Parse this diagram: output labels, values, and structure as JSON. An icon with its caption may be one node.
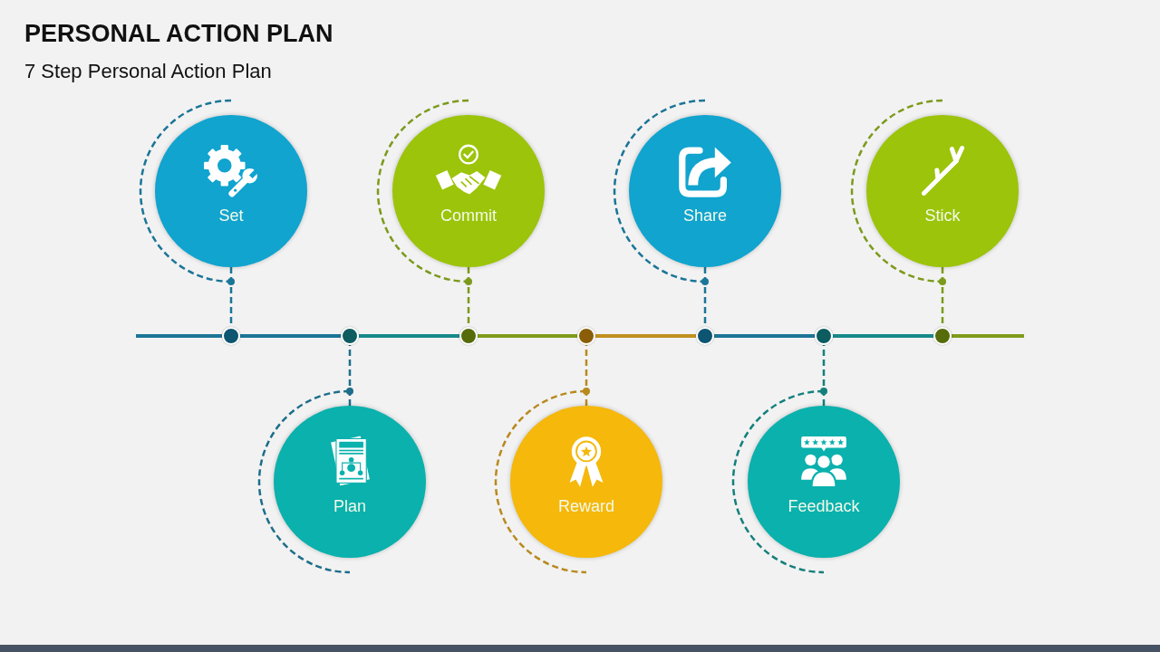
{
  "diagram": {
    "title": "PERSONAL ACTION PLAN",
    "nodes": [
      {
        "text": [
          "Set"
        ]
      },
      {
        "text": [
          "Plan"
        ]
      },
      {
        "text": [
          "Commit"
        ]
      },
      {
        "text": [
          "Reward"
        ]
      },
      {
        "text": [
          "Share"
        ]
      },
      {
        "text": [
          "Feedback"
        ]
      },
      {
        "text": [
          "Stick"
        ]
      },
      {
        "text": [],
        "shape": "circle"
      },
      {
        "text": [],
        "shape": "circle"
      },
      {
        "text": [],
        "shape": "circle"
      },
      {
        "text": [],
        "shape": "circle"
      },
      {
        "text": [],
        "shape": "circle"
      },
      {
        "text": [],
        "shape": "circle"
      },
      {
        "text": [],
        "shape": "circle"
      }
    ],
    "edges": [
      {
        "from": 0,
        "to": 7,
        "arrow": "none",
        "style": "dashed",
        "color": "#1b7597"
      },
      {
        "from": 1,
        "to": 8,
        "arrow": "none",
        "style": "dashed",
        "color": "#1d6e8a"
      },
      {
        "from": 2,
        "to": 9,
        "arrow": "none",
        "style": "dashed",
        "color": "#7c9a1c"
      },
      {
        "from": 3,
        "to": 10,
        "arrow": "none",
        "style": "dashed",
        "color": "#b88a1e"
      },
      {
        "from": 4,
        "to": 11,
        "arrow": "none",
        "style": "dashed",
        "color": "#1b7597"
      },
      {
        "from": 5,
        "to": 12,
        "arrow": "none",
        "style": "dashed",
        "color": "#14807c"
      },
      {
        "from": 6,
        "to": 13,
        "arrow": "none",
        "style": "dashed",
        "color": "#7c9a1c"
      },
      {
        "from": null,
        "to": 7,
        "arrow": "none",
        "color": "#1b7597"
      },
      {
        "from": 7,
        "to": 8,
        "arrow": "none",
        "color": "#1b7597"
      },
      {
        "from": 8,
        "to": 9,
        "arrow": "none",
        "color": "#16898a"
      },
      {
        "from": 9,
        "to": 10,
        "arrow": "none",
        "color": "#7f9b1a"
      },
      {
        "from": 10,
        "to": 11,
        "arrow": "none",
        "color": "#c0901e"
      },
      {
        "from": 11,
        "to": 12,
        "arrow": "none",
        "color": "#1b7597"
      },
      {
        "from": 12,
        "to": 13,
        "arrow": "none",
        "color": "#16898a"
      },
      {
        "from": 13,
        "to": null,
        "arrow": "none",
        "color": "#7f9b1a"
      }
    ],
    "labels": [
      "7 Step Personal Action Plan"
    ]
  }
}
